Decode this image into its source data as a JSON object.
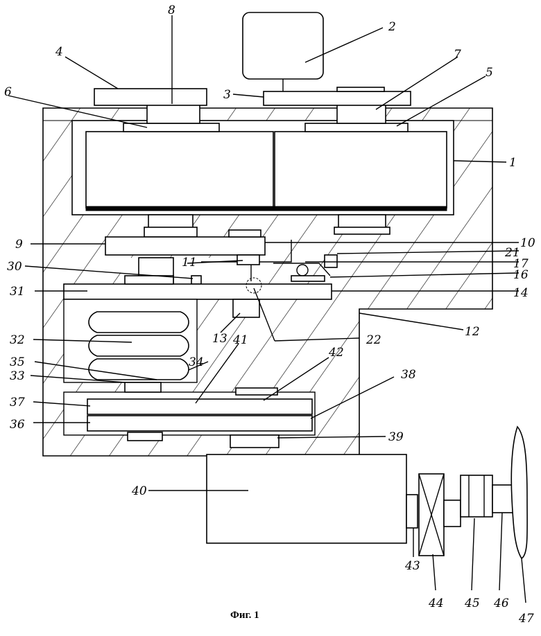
{
  "caption": "Фиг. 1",
  "labels": [
    "1",
    "2",
    "3",
    "4",
    "5",
    "6",
    "7",
    "8",
    "9",
    "10",
    "11",
    "12",
    "13",
    "14",
    "16",
    "17",
    "21",
    "22",
    "30",
    "31",
    "32",
    "33",
    "34",
    "35",
    "36",
    "37",
    "38",
    "39",
    "40",
    "41",
    "42",
    "43",
    "44",
    "45",
    "46",
    "47"
  ]
}
